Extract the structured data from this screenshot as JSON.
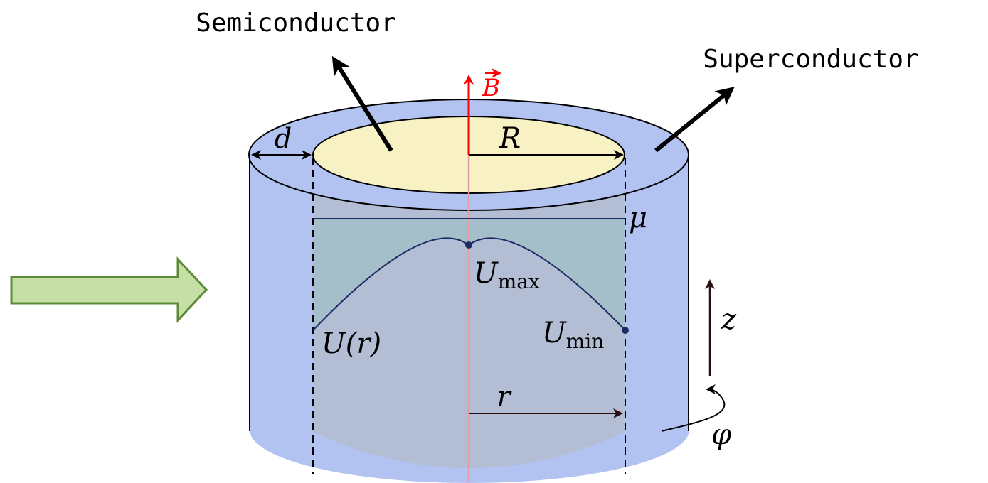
{
  "labels": {
    "semiconductor": "Semiconductor",
    "superconductor": "Superconductor",
    "field": "B",
    "shell_thickness": "d",
    "core_radius": "R",
    "chemical_potential": "μ",
    "potential_max_base": "U",
    "potential_max_sub": "max",
    "potential_profile": "U(r)",
    "potential_min_base": "U",
    "potential_min_sub": "min",
    "radial_coordinate": "r",
    "axial_coordinate": "z",
    "azimuthal_coordinate": "φ"
  },
  "colors": {
    "superconductor_shell": "#b3c3f1",
    "semiconductor_top": "#f7f1c4",
    "core_band": "#a4bfc9",
    "core_body": "#b3bdd3",
    "field_arrow": "#ff0000",
    "axis_line": "#e89aa4",
    "input_arrow_fill": "#c6dfa7",
    "input_arrow_stroke": "#5c8a35",
    "profile_curve": "#1c2a63"
  }
}
